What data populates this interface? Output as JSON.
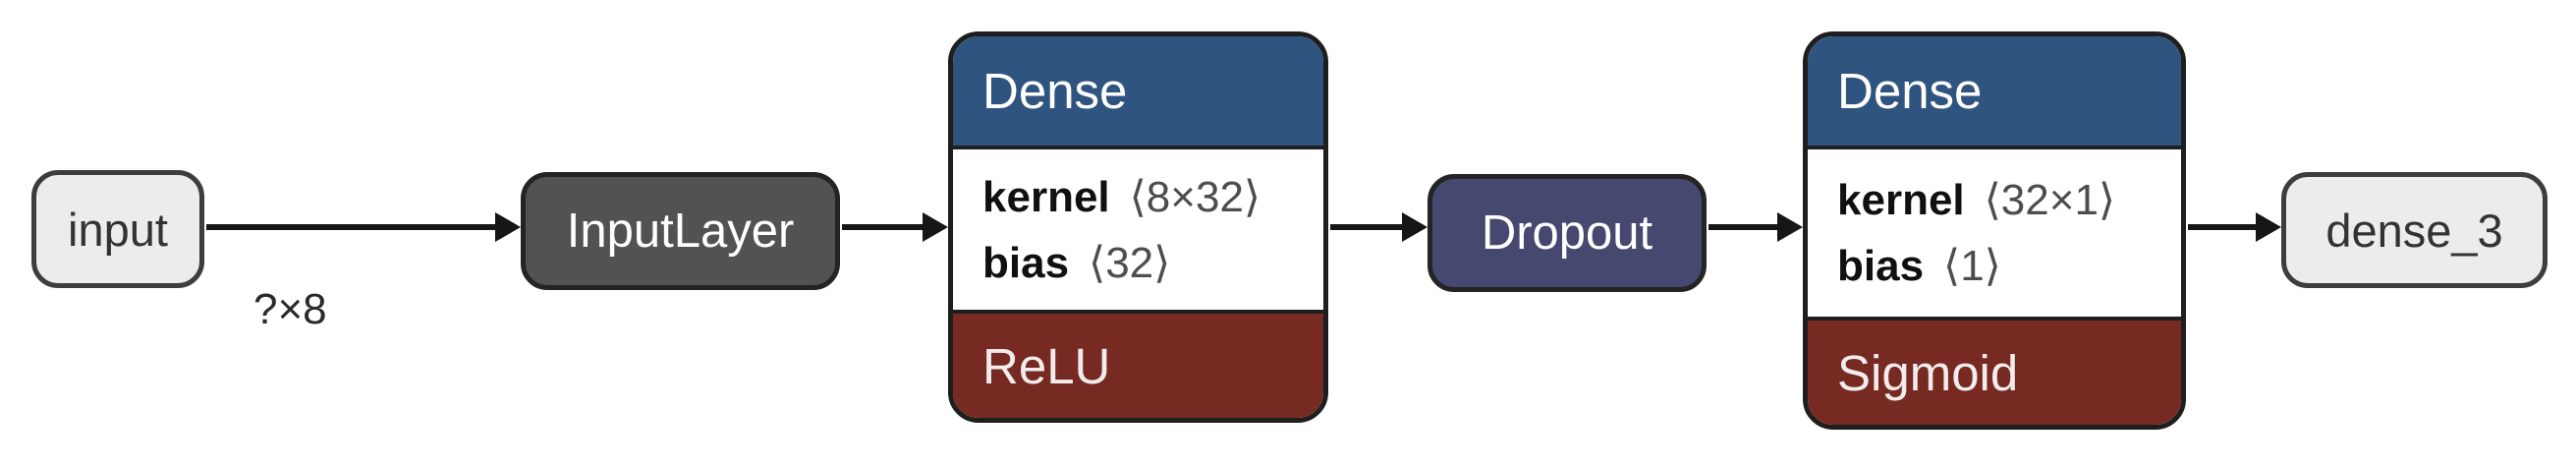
{
  "diagram_type": "keras-model-graph",
  "nodes": {
    "input": {
      "label": "input"
    },
    "input_layer": {
      "label": "InputLayer"
    },
    "dense_1": {
      "title": "Dense",
      "params": [
        {
          "name": "kernel",
          "shape": "⟨8×32⟩"
        },
        {
          "name": "bias",
          "shape": "⟨32⟩"
        }
      ],
      "activation": "ReLU"
    },
    "dropout": {
      "label": "Dropout"
    },
    "dense_2": {
      "title": "Dense",
      "params": [
        {
          "name": "kernel",
          "shape": "⟨32×1⟩"
        },
        {
          "name": "bias",
          "shape": "⟨1⟩"
        }
      ],
      "activation": "Sigmoid"
    },
    "output": {
      "label": "dense_3"
    }
  },
  "edges": {
    "input_to_inputlayer": {
      "label": "?×8"
    }
  },
  "colors": {
    "layer_header_blue": "#2F5480",
    "activation_red": "#762A22",
    "dropout_navy": "#46486F",
    "input_layer_gray": "#525252",
    "io_node_fill": "#ECECEC",
    "edge_black": "#161616"
  }
}
